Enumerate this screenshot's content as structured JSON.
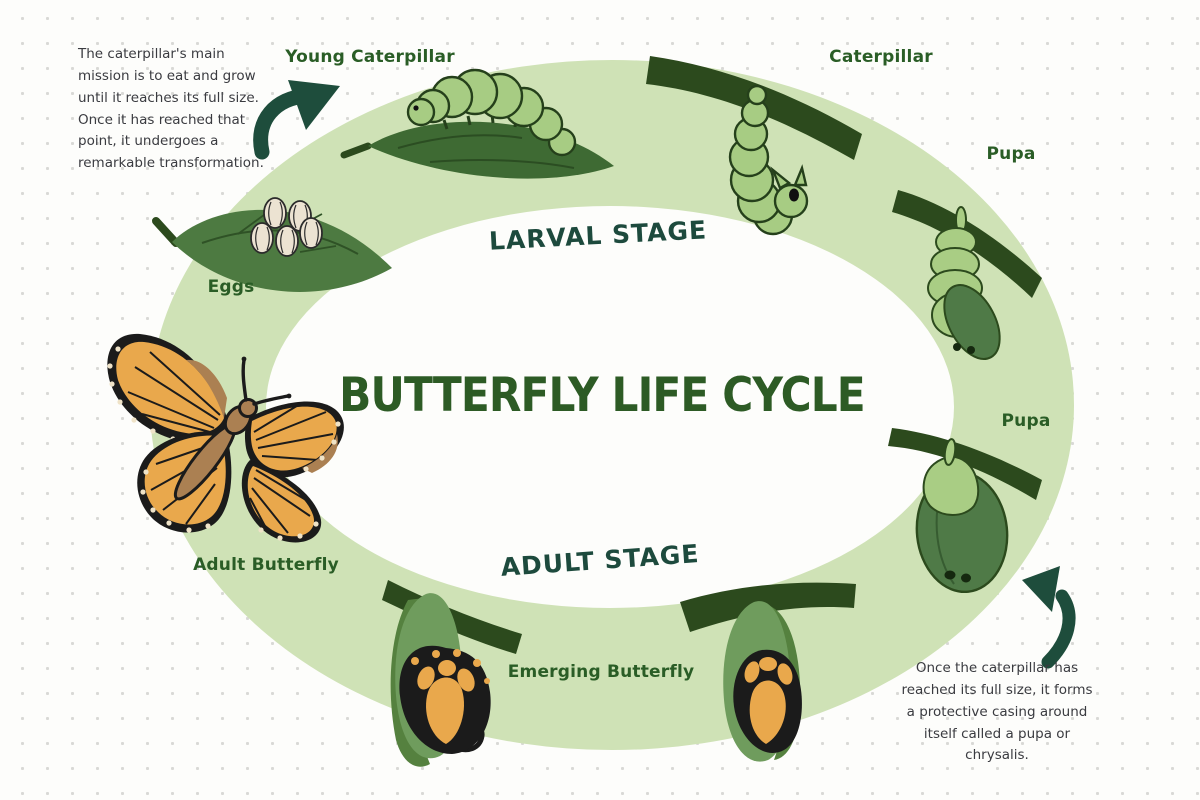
{
  "title": "BUTTERFLY LIFE CYCLE",
  "stages": {
    "larval": "LARVAL STAGE",
    "adult": "ADULT STAGE"
  },
  "labels": {
    "young_caterpillar": "Young Caterpillar",
    "caterpillar": "Caterpillar",
    "pupa_1": "Pupa",
    "pupa_2": "Pupa",
    "eggs": "Eggs",
    "adult_butterfly": "Adult Butterfly",
    "emerging_butterfly": "Emerging Butterfly"
  },
  "notes": {
    "larval_note": "The caterpillar's main mission is to eat and grow until it reaches its full size. Once it has reached that point, it undergoes a remarkable transformation.",
    "pupa_note": "Once the caterpillar has reached its full size, it forms a protective casing around itself called a pupa or chrysalis."
  },
  "colors": {
    "ring_green": "#cfe2b6",
    "dark_branch_green": "#2c4a1d",
    "leaf_green": "#4d7a41",
    "caterpillar_green": "#a7cc83",
    "pupa_light_green": "#a9cd84",
    "pupa_dark_green": "#4f7a47",
    "chrysalis_green": "#6f9c5d",
    "butterfly_orange": "#e9a84c",
    "butterfly_brown": "#ab8052",
    "egg_cream": "#ece3d2",
    "title_green": "#2d5b25",
    "label_green": "#2a5d26",
    "stage_teal": "#1d4a3d",
    "arrow_teal": "#1e4d3c",
    "text_gray": "#3a3b40"
  }
}
